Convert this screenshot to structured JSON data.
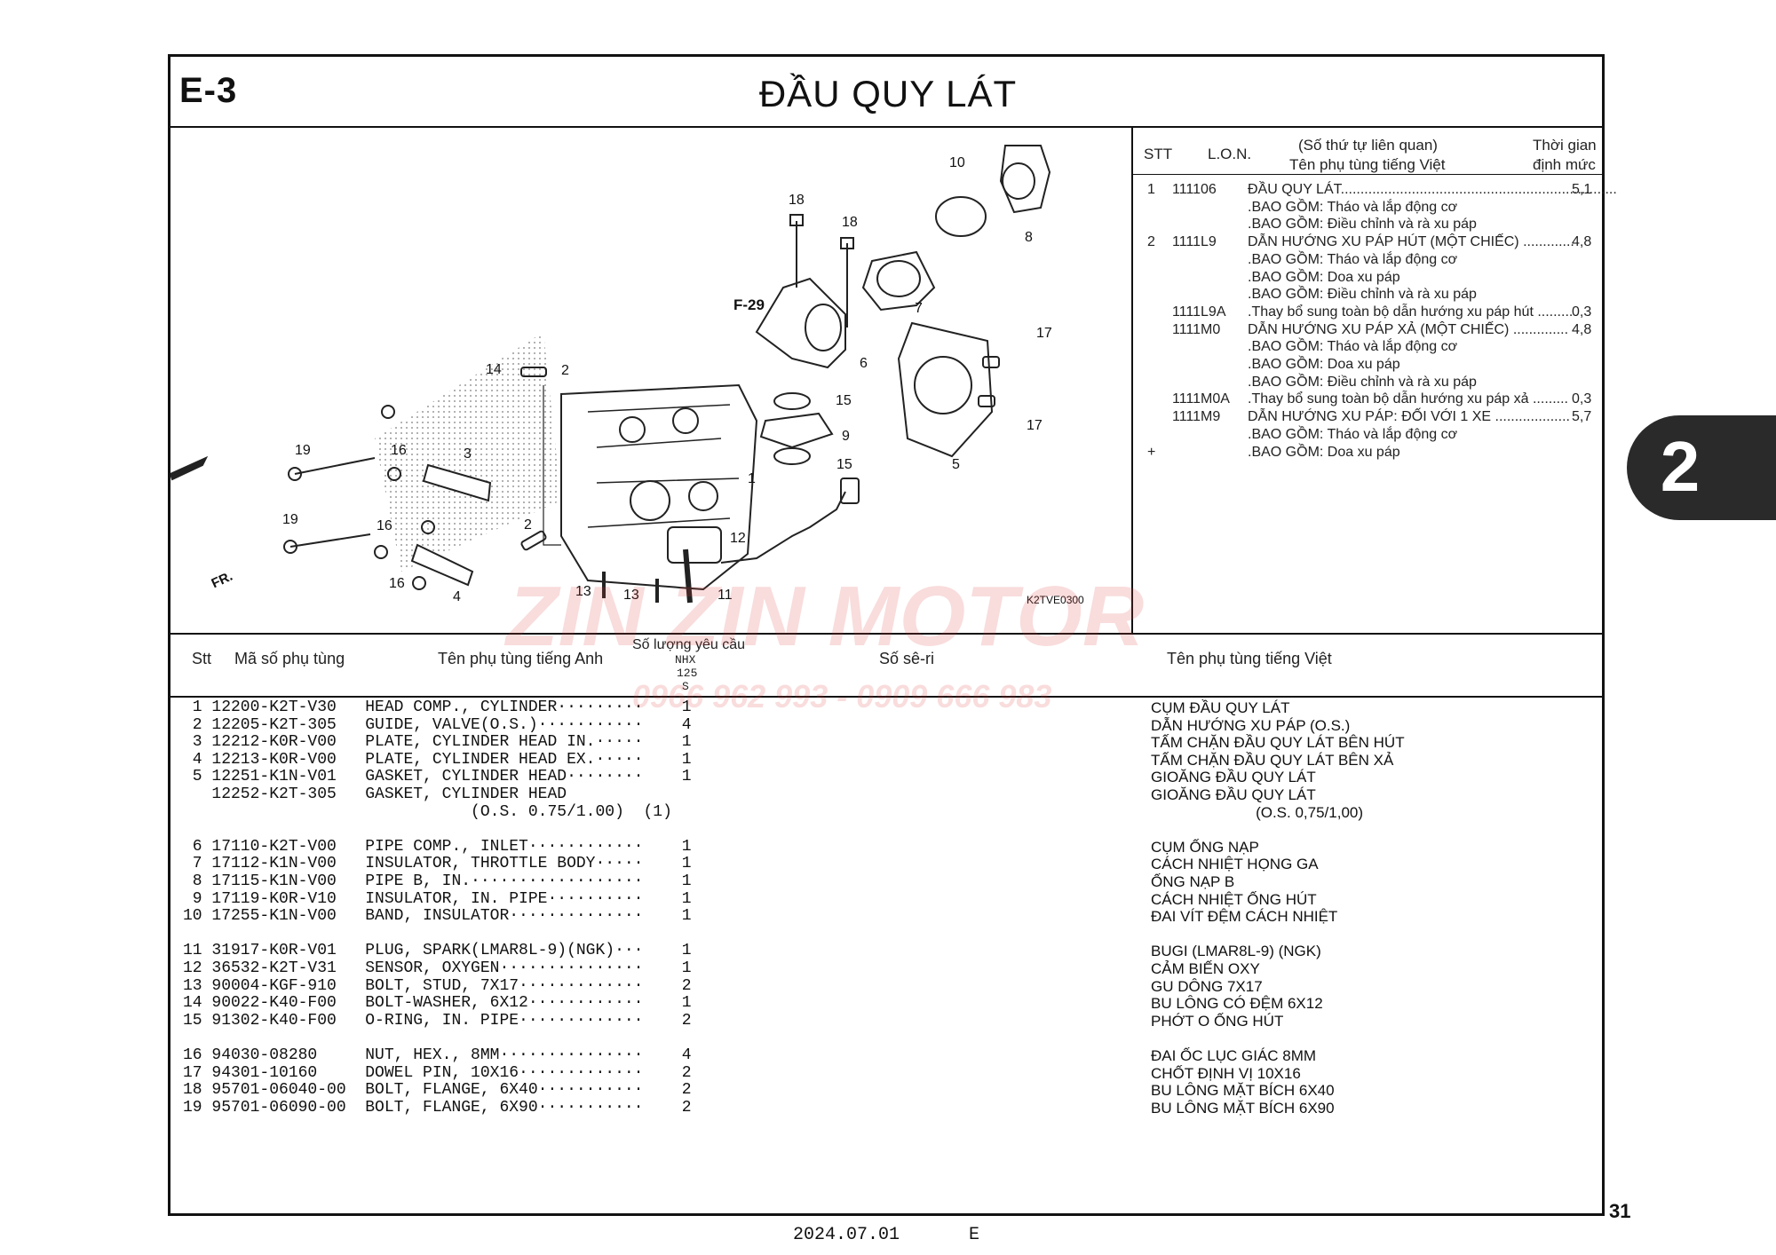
{
  "header": {
    "section_code": "E-3",
    "title": "ĐẦU QUY LÁT"
  },
  "labor": {
    "headers": {
      "stt": "STT",
      "lon": "L.O.N.",
      "related": "(Số thứ tự liên quan)",
      "name_vn": "Tên phụ tùng tiếng Việt",
      "time1": "Thời gian",
      "time2": "định mức"
    },
    "rows": [
      {
        "stt": "1",
        "code": "111106",
        "desc": "ĐẦU QUY LÁT......................................................................",
        "time": "5,1"
      },
      {
        "stt": "",
        "code": "",
        "desc": ".BAO GỒM: Tháo và lắp động cơ",
        "time": ""
      },
      {
        "stt": "",
        "code": "",
        "desc": ".BAO GỒM: Điều chỉnh và rà xu páp",
        "time": ""
      },
      {
        "stt": "2",
        "code": "1111L9",
        "desc": "DẪN HƯỚNG XU PÁP HÚT (MỘT CHIẾC) .............",
        "time": "4,8"
      },
      {
        "stt": "",
        "code": "",
        "desc": ".BAO GỒM: Tháo và lắp động cơ",
        "time": ""
      },
      {
        "stt": "",
        "code": "",
        "desc": ".BAO GỒM: Doa xu páp",
        "time": ""
      },
      {
        "stt": "",
        "code": "",
        "desc": ".BAO GỒM: Điều chỉnh và rà xu páp",
        "time": ""
      },
      {
        "stt": "",
        "code": "1111L9A",
        "desc": ".Thay bổ sung toàn bộ dẫn hướng xu páp hút .........",
        "time": "0,3"
      },
      {
        "stt": "",
        "code": "1111M0",
        "desc": "DẪN HƯỚNG XU PÁP XẢ (MỘT CHIẾC) ..............",
        "time": "4,8"
      },
      {
        "stt": "",
        "code": "",
        "desc": ".BAO GỒM: Tháo và lắp động cơ",
        "time": ""
      },
      {
        "stt": "",
        "code": "",
        "desc": ".BAO GỒM: Doa xu páp",
        "time": ""
      },
      {
        "stt": "",
        "code": "",
        "desc": ".BAO GỒM: Điều chỉnh và rà xu páp",
        "time": ""
      },
      {
        "stt": "",
        "code": "1111M0A",
        "desc": ".Thay bổ sung toàn bộ dẫn hướng xu páp xả .........",
        "time": "0,3"
      },
      {
        "stt": "",
        "code": "1111M9",
        "desc": "DẪN HƯỚNG XU PÁP: ĐỐI VỚI 1 XE ...................",
        "time": "5,7"
      },
      {
        "stt": "",
        "code": "",
        "desc": ".BAO GỒM: Tháo và lắp động cơ",
        "time": ""
      },
      {
        "stt": "+",
        "code": "",
        "desc": ".BAO GỒM: Doa xu páp",
        "time": ""
      }
    ]
  },
  "diagram": {
    "ref_f29": "F-29",
    "fr_label": "FR.",
    "image_code": "K2TVE0300",
    "callouts": [
      "1",
      "2",
      "2",
      "3",
      "4",
      "5",
      "6",
      "7",
      "8",
      "9",
      "10",
      "11",
      "12",
      "13",
      "13",
      "14",
      "15",
      "15",
      "16",
      "16",
      "16",
      "17",
      "17",
      "18",
      "18",
      "19",
      "19"
    ]
  },
  "parts": {
    "headers": {
      "stt": "Stt",
      "code": "Mã số phụ tùng",
      "name_en": "Tên phụ tùng tiếng Anh",
      "qty": "Số lượng yêu cầu",
      "model1": "NHX",
      "model2": "125",
      "model3": "S",
      "serial": "Số sê-ri",
      "name_vn": "Tên phụ tùng tiếng Việt"
    },
    "rows": [
      {
        "line": " 1 12200-K2T-V30   HEAD COMP., CYLINDER·········    1",
        "vn": "CỤM ĐẦU QUY LÁT"
      },
      {
        "line": " 2 12205-K2T-305   GUIDE, VALVE(O.S.)···········    4",
        "vn": "DẪN HƯỚNG XU PÁP (O.S.)"
      },
      {
        "line": " 3 12212-K0R-V00   PLATE, CYLINDER HEAD IN.·····    1",
        "vn": "TẤM CHẶN ĐẦU QUY LÁT BÊN HÚT"
      },
      {
        "line": " 4 12213-K0R-V00   PLATE, CYLINDER HEAD EX.·····    1",
        "vn": "TẤM CHẶN ĐẦU QUY LÁT BÊN XẢ"
      },
      {
        "line": " 5 12251-K1N-V01   GASKET, CYLINDER HEAD········    1",
        "vn": "GIOĂNG ĐẦU QUY LÁT"
      },
      {
        "line": "   12252-K2T-305   GASKET, CYLINDER HEAD",
        "vn": "GIOĂNG ĐẦU QUY LÁT"
      },
      {
        "line": "                              (O.S. 0.75/1.00)  (1)",
        "vn": "                         (O.S. 0,75/1,00)"
      },
      {
        "line": "",
        "vn": ""
      },
      {
        "line": " 6 17110-K2T-V00   PIPE COMP., INLET············    1",
        "vn": "CỤM ỐNG NẠP"
      },
      {
        "line": " 7 17112-K1N-V00   INSULATOR, THROTTLE BODY·····    1",
        "vn": "CÁCH NHIỆT HỌNG GA"
      },
      {
        "line": " 8 17115-K1N-V00   PIPE B, IN.··················    1",
        "vn": "ỐNG NẠP B"
      },
      {
        "line": " 9 17119-K0R-V10   INSULATOR, IN. PIPE··········    1",
        "vn": "CÁCH NHIỆT ỐNG HÚT"
      },
      {
        "line": "10 17255-K1N-V00   BAND, INSULATOR··············    1",
        "vn": "ĐAI VÍT ĐỆM CÁCH NHIỆT"
      },
      {
        "line": "",
        "vn": ""
      },
      {
        "line": "11 31917-K0R-V01   PLUG, SPARK(LMAR8L-9)(NGK)···    1",
        "vn": "BUGI (LMAR8L-9) (NGK)"
      },
      {
        "line": "12 36532-K2T-V31   SENSOR, OXYGEN···············    1",
        "vn": "CẢM BIẾN OXY"
      },
      {
        "line": "13 90004-KGF-910   BOLT, STUD, 7X17·············    2",
        "vn": "GU DÔNG 7X17"
      },
      {
        "line": "14 90022-K40-F00   BOLT-WASHER, 6X12············    1",
        "vn": "BU LÔNG CÓ ĐỆM 6X12"
      },
      {
        "line": "15 91302-K40-F00   O-RING, IN. PIPE·············    2",
        "vn": "PHỚT O ỐNG HÚT"
      },
      {
        "line": "",
        "vn": ""
      },
      {
        "line": "16 94030-08280     NUT, HEX., 8MM···············    4",
        "vn": "ĐAI ỐC LỤC GIÁC 8MM"
      },
      {
        "line": "17 94301-10160     DOWEL PIN, 10X16·············    2",
        "vn": "CHỐT ĐỊNH VỊ 10X16"
      },
      {
        "line": "18 95701-06040-00  BOLT, FLANGE, 6X40···········    2",
        "vn": "BU LÔNG MẶT BÍCH 6X40"
      },
      {
        "line": "19 95701-06090-00  BOLT, FLANGE, 6X90···········    2",
        "vn": "BU LÔNG MẶT BÍCH 6X90"
      }
    ]
  },
  "chapter_tab": "2",
  "footer": {
    "date": "2024.07.01",
    "edition": "E",
    "page": "31"
  },
  "watermark": {
    "brand": "ZIN ZIN MOTOR",
    "phone": "0966 962 993 - 0909 666 983"
  },
  "colors": {
    "watermark": "#e05050",
    "tab": "#2a2a2a",
    "line": "#111111"
  }
}
